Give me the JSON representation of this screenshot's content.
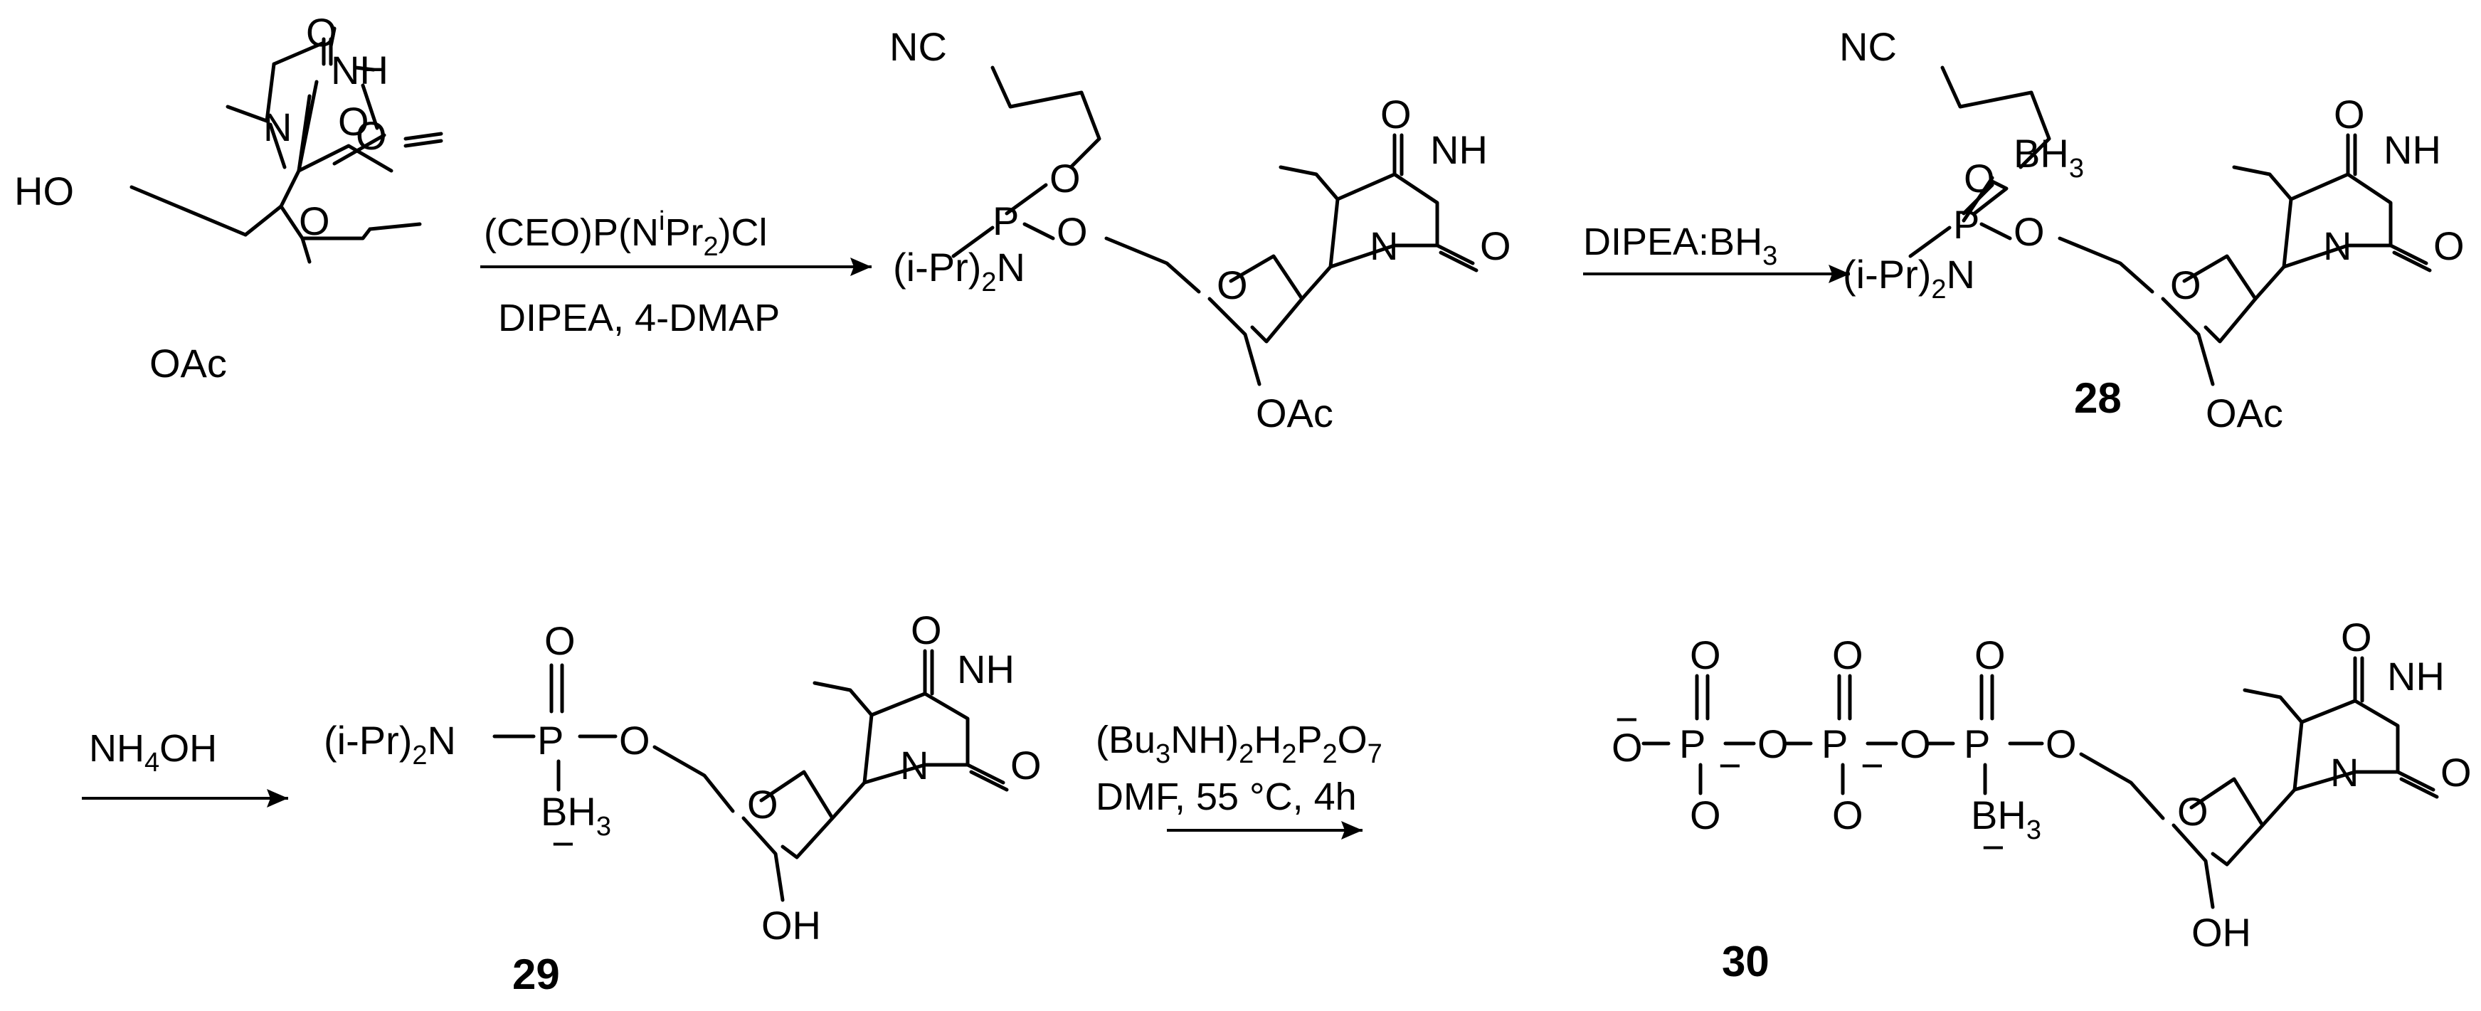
{
  "atoms": {
    "HO": "HO",
    "OH": "OH",
    "O": "O",
    "N": "N",
    "NH": "NH",
    "P": "P",
    "OAc": "OAc",
    "NC": "NC",
    "B": "B",
    "H": "H",
    "ipr_open": "(i-Pr)",
    "sub2": "2",
    "sub3": "3",
    "neg": "−"
  },
  "reagents": {
    "step1_line1_a": "(CEO)P(N",
    "step1_line1_sup": "i",
    "step1_line1_b": "Pr",
    "step1_line1_sub": "2",
    "step1_line1_c": ")Cl",
    "step1_line2": "DIPEA, 4-DMAP",
    "step2_a": "DIPEA:BH",
    "step2_sub": "3",
    "step3_a": "NH",
    "step3_sub": "4",
    "step3_b": "OH",
    "step4_line1_a": "(Bu",
    "step4_line1_s1": "3",
    "step4_line1_b": "NH)",
    "step4_line1_s2": "2",
    "step4_line1_c": "H",
    "step4_line1_s3": "2",
    "step4_line1_d": "P",
    "step4_line1_s4": "2",
    "step4_line1_e": "O",
    "step4_line1_s5": "7",
    "step4_line2": "DMF,  55 °C, 4h"
  },
  "compounds": {
    "c28": "28",
    "c29": "29",
    "c30": "30"
  }
}
